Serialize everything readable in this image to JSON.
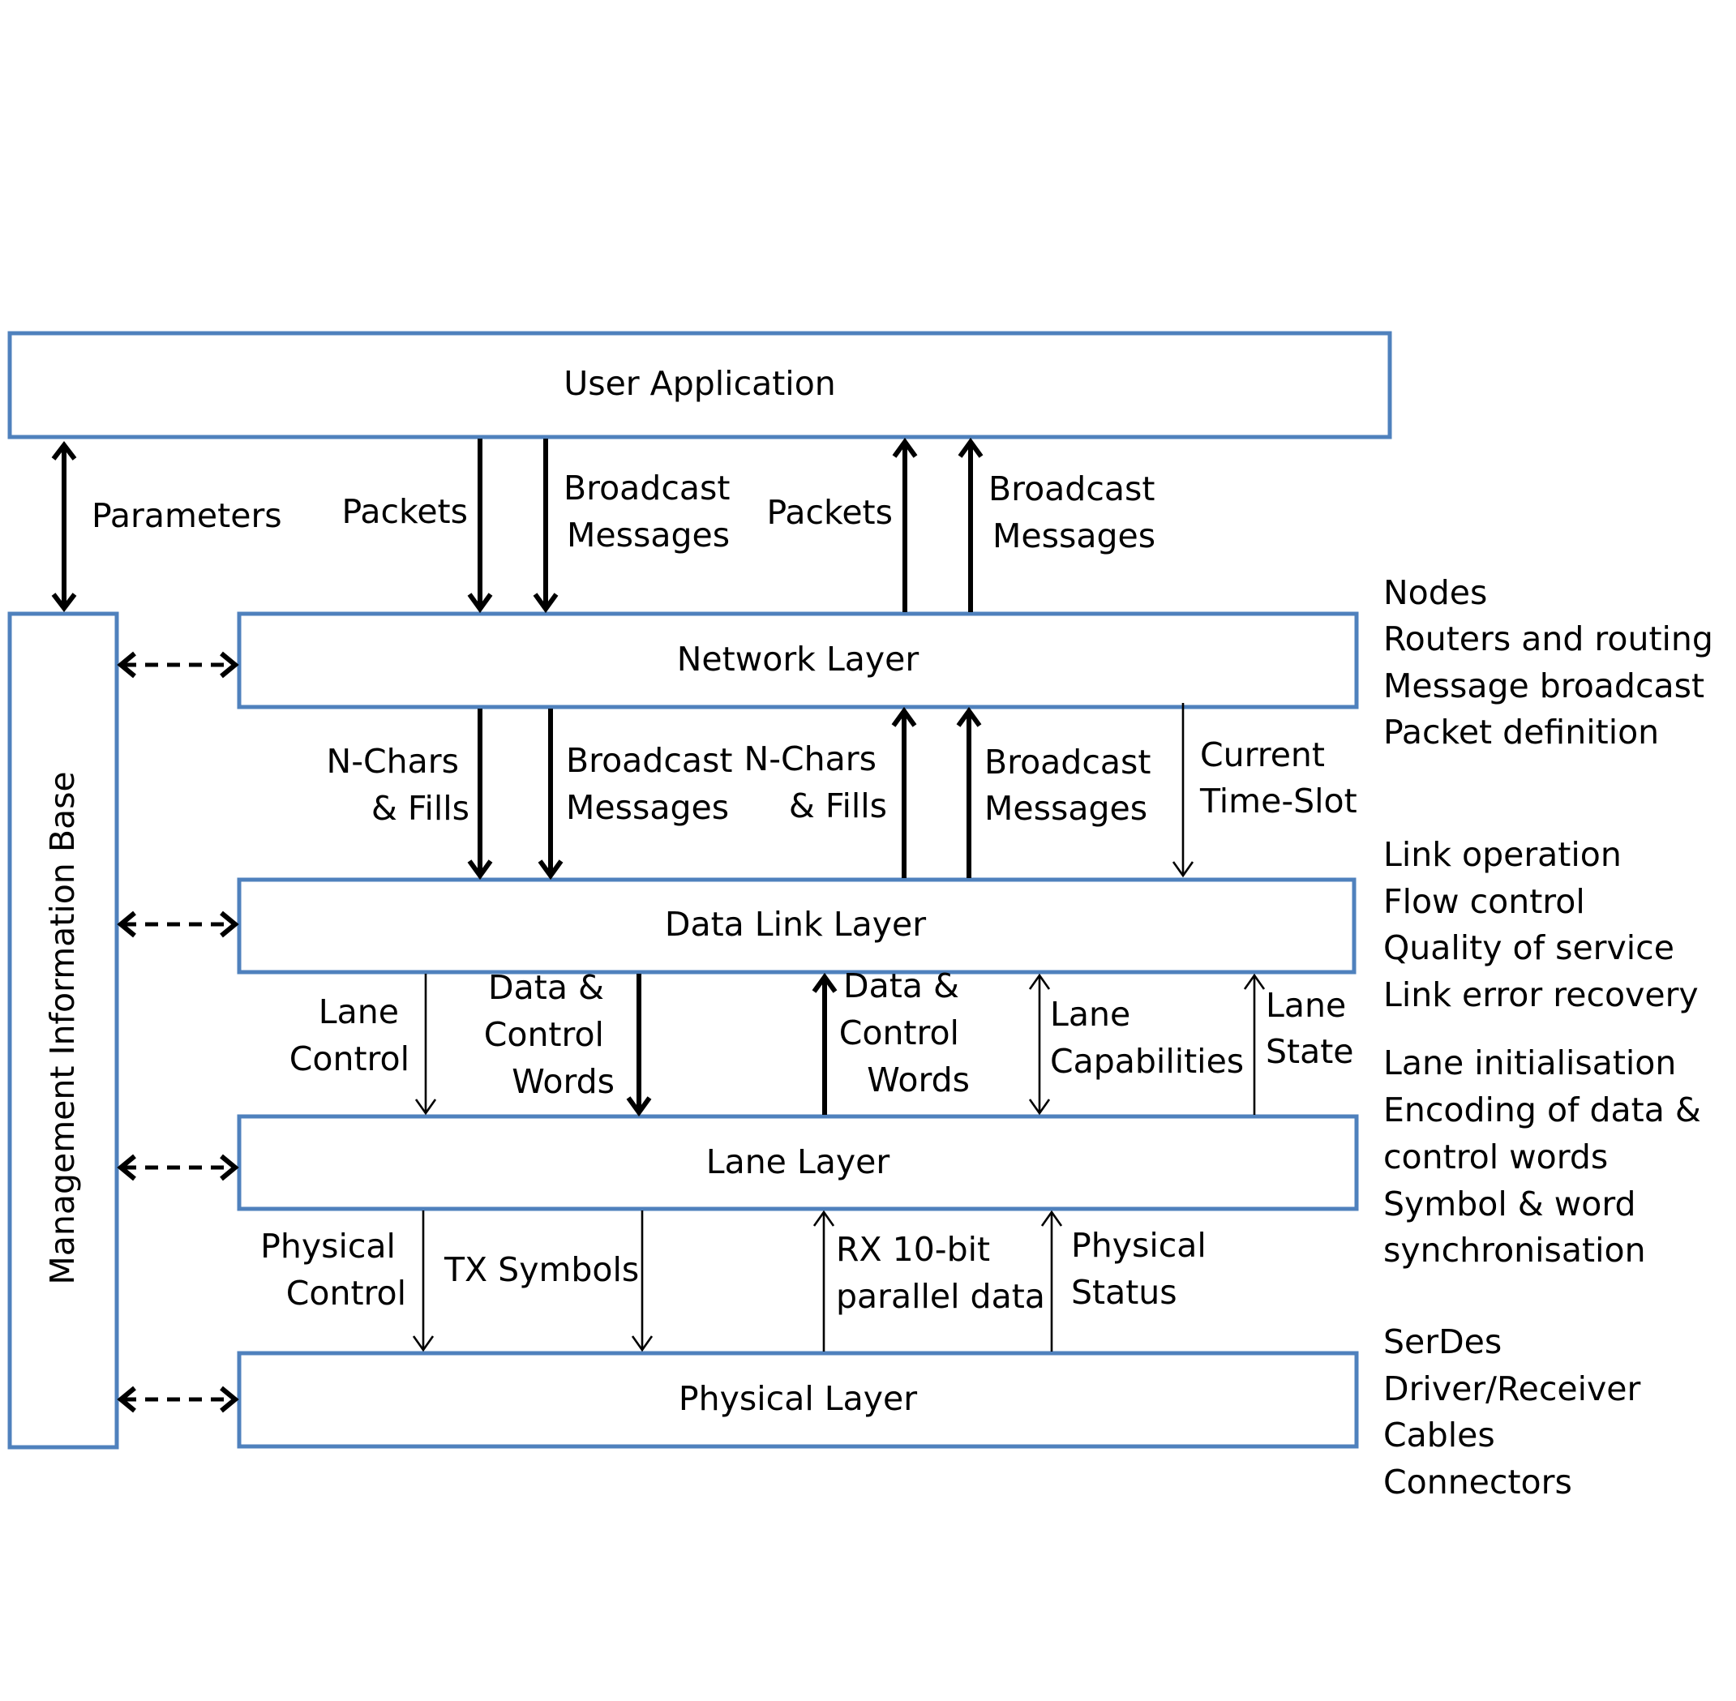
{
  "layers": {
    "user_application": "User Application",
    "network": "Network Layer",
    "data_link": "Data Link Layer",
    "lane": "Lane Layer",
    "physical": "Physical Layer",
    "mib": "Management Information Base"
  },
  "flows": {
    "parameters": "Parameters",
    "ua_packets_down": "Packets",
    "ua_broadcast_down": [
      "Broadcast",
      "Messages"
    ],
    "ua_packets_up": "Packets",
    "ua_broadcast_up": [
      "Broadcast",
      "Messages"
    ],
    "nl_nchars_down": [
      "N-Chars",
      "& Fills"
    ],
    "nl_broadcast_down": [
      "Broadcast",
      "Messages"
    ],
    "nl_nchars_up": [
      "N-Chars",
      "& Fills"
    ],
    "nl_broadcast_up": [
      "Broadcast",
      "Messages"
    ],
    "current_time_slot": [
      "Current",
      "Time-Slot"
    ],
    "lane_control": [
      "Lane",
      "Control"
    ],
    "dll_data_down": [
      "Data &",
      "Control",
      "Words"
    ],
    "dll_data_up": [
      "Data &",
      "Control",
      "Words"
    ],
    "lane_capabilities": [
      "Lane",
      "Capabilities"
    ],
    "lane_state": [
      "Lane",
      "State"
    ],
    "physical_control": [
      "Physical",
      "Control"
    ],
    "tx_symbols": "TX Symbols",
    "rx_parallel": [
      "RX 10-bit",
      "parallel data"
    ],
    "physical_status": [
      "Physical",
      "Status"
    ]
  },
  "descriptions": {
    "network": [
      "Nodes",
      "Routers and routing",
      "Message broadcast",
      "Packet definition"
    ],
    "data_link": [
      "Link operation",
      "Flow control",
      "Quality of service",
      "Link error recovery"
    ],
    "lane": [
      "Lane initialisation",
      "Encoding of data &",
      "control words",
      "Symbol & word",
      "synchronisation"
    ],
    "physical": [
      "SerDes",
      "Driver/Receiver",
      "Cables",
      "Connectors"
    ]
  },
  "colors": {
    "box_stroke": "#4f81bd",
    "text": "#000000",
    "arrow": "#000000"
  }
}
